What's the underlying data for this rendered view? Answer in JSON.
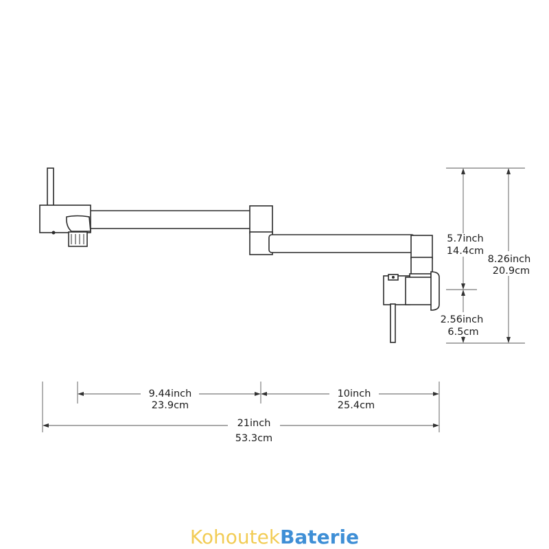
{
  "dimensions": {
    "height_upper": {
      "inch": "5.7inch",
      "cm": "14.4cm"
    },
    "height_total": {
      "inch": "8.26inch",
      "cm": "20.9cm"
    },
    "height_lower": {
      "inch": "2.56inch",
      "cm": "6.5cm"
    },
    "arm_first": {
      "inch": "9.44inch",
      "cm": "23.9cm"
    },
    "arm_second": {
      "inch": "10inch",
      "cm": "25.4cm"
    },
    "overall_length": {
      "inch": "21inch",
      "cm": "53.3cm"
    }
  },
  "brand": {
    "part1": "Kohoutek",
    "part2": "Baterie",
    "color1": "#f2cc55",
    "color2": "#3f8fd6"
  }
}
